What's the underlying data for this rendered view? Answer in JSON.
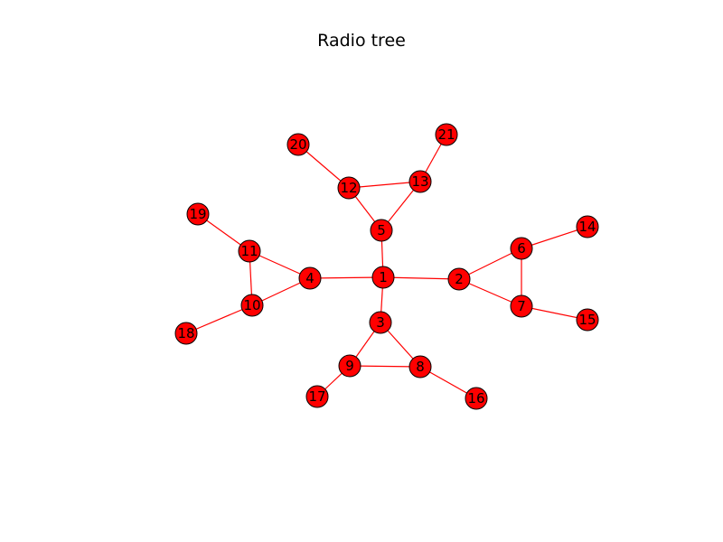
{
  "title": "Radio tree",
  "colors": {
    "node_fill": "#ff0000",
    "node_stroke": "#000000",
    "edge": "#ff0000",
    "label": "#000000"
  },
  "nodes": [
    {
      "id": "1",
      "label": "1"
    },
    {
      "id": "2",
      "label": "2"
    },
    {
      "id": "3",
      "label": "3"
    },
    {
      "id": "4",
      "label": "4"
    },
    {
      "id": "5",
      "label": "5"
    },
    {
      "id": "6",
      "label": "6"
    },
    {
      "id": "7",
      "label": "7"
    },
    {
      "id": "8",
      "label": "8"
    },
    {
      "id": "9",
      "label": "9"
    },
    {
      "id": "10",
      "label": "10"
    },
    {
      "id": "11",
      "label": "11"
    },
    {
      "id": "12",
      "label": "12"
    },
    {
      "id": "13",
      "label": "13"
    },
    {
      "id": "14",
      "label": "14"
    },
    {
      "id": "15",
      "label": "15"
    },
    {
      "id": "16",
      "label": "16"
    },
    {
      "id": "17",
      "label": "17"
    },
    {
      "id": "18",
      "label": "18"
    },
    {
      "id": "19",
      "label": "19"
    },
    {
      "id": "20",
      "label": "20"
    },
    {
      "id": "21",
      "label": "21"
    }
  ],
  "edges": [
    [
      "1",
      "2"
    ],
    [
      "1",
      "3"
    ],
    [
      "1",
      "4"
    ],
    [
      "1",
      "5"
    ],
    [
      "2",
      "6"
    ],
    [
      "2",
      "7"
    ],
    [
      "6",
      "7"
    ],
    [
      "6",
      "14"
    ],
    [
      "7",
      "15"
    ],
    [
      "3",
      "8"
    ],
    [
      "3",
      "9"
    ],
    [
      "8",
      "9"
    ],
    [
      "8",
      "16"
    ],
    [
      "9",
      "17"
    ],
    [
      "4",
      "10"
    ],
    [
      "4",
      "11"
    ],
    [
      "10",
      "11"
    ],
    [
      "10",
      "18"
    ],
    [
      "11",
      "19"
    ],
    [
      "5",
      "12"
    ],
    [
      "5",
      "13"
    ],
    [
      "12",
      "13"
    ],
    [
      "12",
      "20"
    ],
    [
      "13",
      "21"
    ]
  ]
}
